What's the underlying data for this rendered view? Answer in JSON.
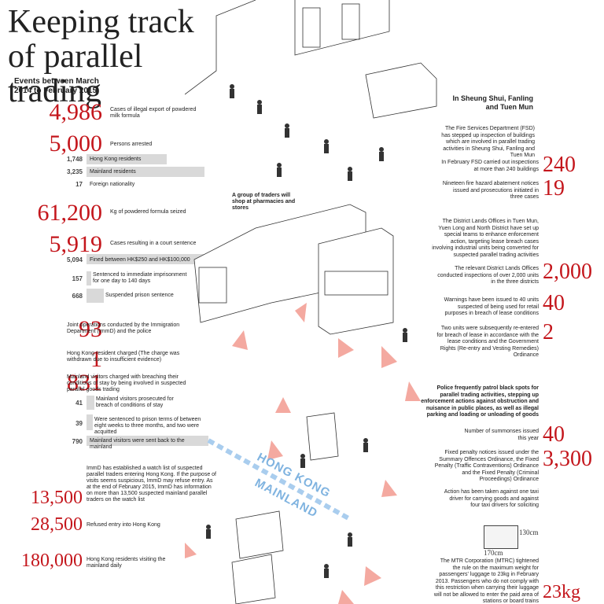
{
  "title": "Keeping track of parallel trading",
  "subtitle": "Events between March 2014 to February 2015",
  "left": [
    {
      "num": "4,986",
      "text": "Cases of illegal export of powdered milk formula"
    },
    {
      "num": "5,000",
      "text": "Persons arrested"
    },
    {
      "num": "1,748",
      "text": "Hong Kong residents"
    },
    {
      "num": "3,235",
      "text": "Mainland residents"
    },
    {
      "num": "17",
      "text": "Foreign nationality"
    },
    {
      "num": "61,200",
      "text": "Kg of powdered formula seized"
    },
    {
      "num": "5,919",
      "text": "Cases resulting in a court sentence"
    },
    {
      "num": "5,094",
      "text": "Fined between HK$250 and HK$100,000"
    },
    {
      "num": "157",
      "text": "Sentenced to immediate imprisonment for one day to 140 days"
    },
    {
      "num": "668",
      "text": "Suspended prison sentence"
    },
    {
      "num": "93",
      "text": "Joint operations conducted by the Immigration Department (ImmD) and the police"
    },
    {
      "num": "1",
      "text": "Hong Kong resident charged (The charge was withdrawn due to insufficient evidence)"
    },
    {
      "num": "831",
      "text": "Mainland visitors charged with breaching their conditions of stay by being involved in suspected parallel goods trading"
    },
    {
      "num": "41",
      "text": "Mainland visitors prosecuted for breach of conditions of stay"
    },
    {
      "num": "39",
      "text": "Were sentenced to prison terms of between eight weeks to three months, and two were acquitted"
    },
    {
      "num": "790",
      "text": "Mainland visitors were sent back to the mainland"
    },
    {
      "num": "13,500",
      "text": "ImmD has established a watch list of suspected parallel traders entering Hong Kong. If the purpose of visits seems suspicious, ImmD may refuse entry. As at the end of February 2015, ImmD has information on more than 13,500 suspected mainland parallel traders on the watch list"
    },
    {
      "num": "28,500",
      "text": "Refused entry into Hong Kong"
    },
    {
      "num": "180,000",
      "text": "Hong Kong residents visiting the mainland daily"
    }
  ],
  "right_heading": "In Sheung Shui, Fanling and Tuen Mun",
  "right_intro": "The Fire Services Department (FSD) has stepped up inspection of buildings which are involved in parallel trading activities in Sheung Shui, Fanling and Tuen Mun",
  "right": [
    {
      "num": "240",
      "text": "In February FSD carried out inspections at more than 240 buildings"
    },
    {
      "num": "19",
      "text": "Nineteen fire hazard abatement notices issued and prosecutions initiated in three cases"
    },
    {
      "num": "",
      "text": "The District Lands Offices in Tuen Mun, Yuen Long and North District have set up special teams to enhance enforcement action, targeting lease breach cases involving industrial units being converted for suspected parallel trading activities"
    },
    {
      "num": "2,000",
      "text": "The relevant District Lands Offices conducted inspections of over 2,000 units in the three districts"
    },
    {
      "num": "40",
      "text": "Warnings have been issued to 40 units suspected of being used for retail purposes in breach of lease conditions"
    },
    {
      "num": "2",
      "text": "Two units were subsequently re-entered for breach of lease in accordance with the lease conditions and the Government Rights (Re-entry and Vesting Remedies) Ordinance"
    }
  ],
  "police_text": "Police frequently patrol black spots for parallel trading activities, stepping up enforcement actions against obstruction and nuisance in public places, as well as illegal parking and loading or unloading of goods",
  "right2": [
    {
      "num": "40",
      "text": "Number of summonses issued this year"
    },
    {
      "num": "3,300",
      "text": "Fixed penalty notices issued under the Summary Offences Ordinance, the Fixed Penalty (Traffic Contraventions) Ordinance and the Fixed Penalty (Criminal Proceedings) Ordinance"
    },
    {
      "num": "",
      "text": "Action has been taken against one taxi driver for carrying goods and against four taxi drivers for soliciting"
    },
    {
      "num": "23kg",
      "text": "The MTR Corporation (MTRC) tightened the rule on the maximum weight for passengers' luggage to 23kg in February 2013. Passengers who do not comply with this restriction when carrying their luggage will not be allowed to enter the paid area of stations or board trains"
    }
  ],
  "dim_height": "130cm",
  "dim_width": "170cm",
  "caption_traders": "A group of traders will shop at pharmacies and stores",
  "border_hk": "HONG KONG",
  "border_mainland": "MAINLAND",
  "colors": {
    "accent": "#c4161c",
    "bar": "#d9d9d9",
    "arrow": "#f4a9a0",
    "border": "#a9cdee"
  }
}
